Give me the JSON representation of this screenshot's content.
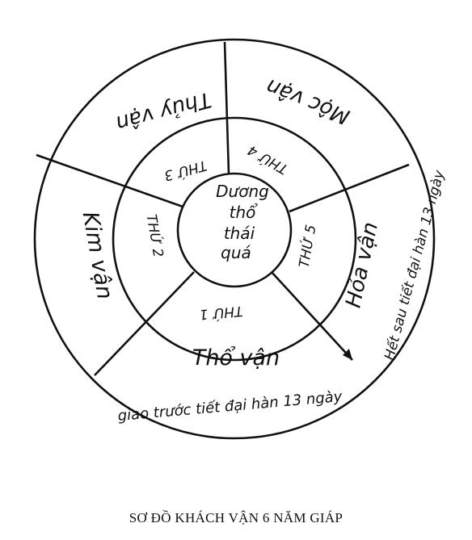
{
  "center": {
    "lines": [
      "Dương",
      "thổ",
      "thái",
      "quá"
    ]
  },
  "outer_sectors": {
    "thuy": "Thủy vận",
    "moc": "Mộc vận",
    "hoa": "Hỏa vận",
    "tho": "Thổ vận",
    "kim": "Kim vận"
  },
  "inner_sectors": {
    "thu1": "THỨ 1",
    "thu2": "THỨ 2",
    "thu3": "THỨ 3",
    "thu4": "THỨ 4",
    "thu5": "THỨ 5"
  },
  "notes": {
    "tho": "giao trước tiết đại hàn 13 ngày",
    "hoa": "Hết sau tiết đại hàn 13 ngày"
  },
  "caption": "SƠ ĐỒ KHÁCH VẬN 6 NĂM GIÁP"
}
